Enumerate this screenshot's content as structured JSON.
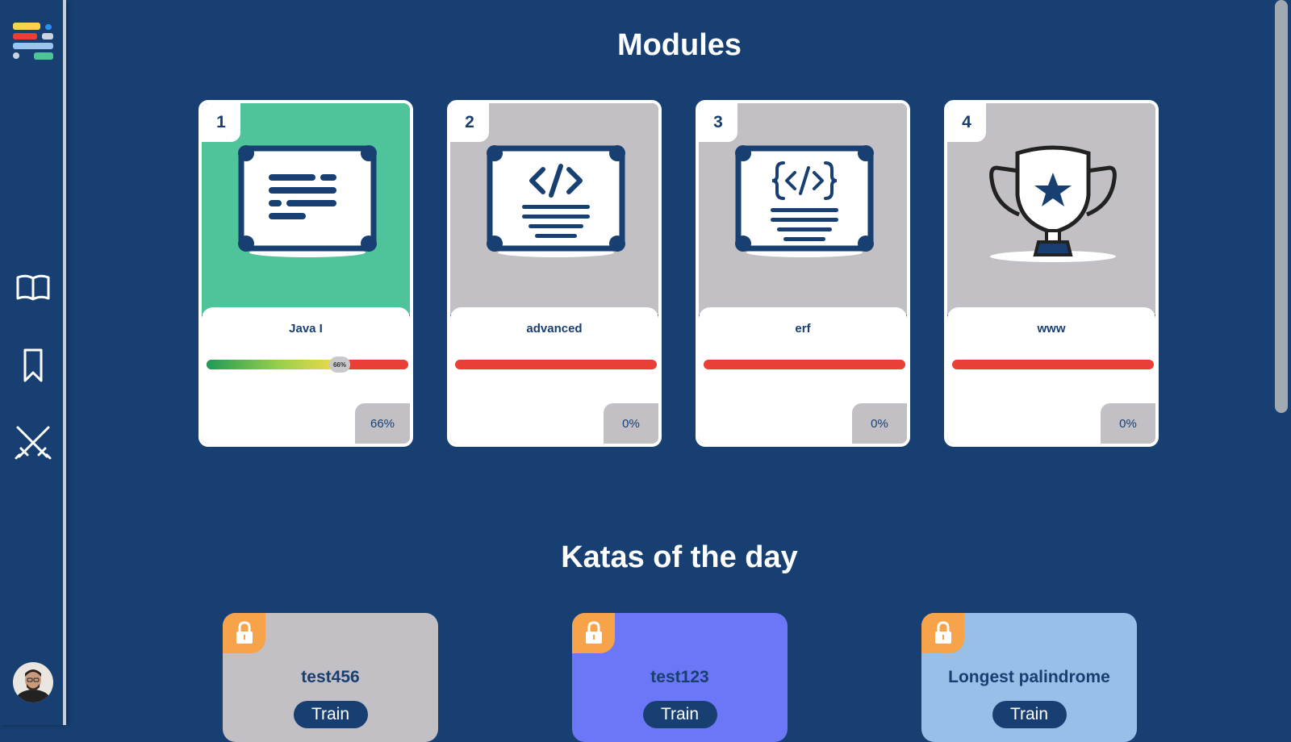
{
  "colors": {
    "background": "#183f72",
    "module_active": "#4fc49a",
    "module_inactive": "#c2c0c4",
    "progress_red": "#ea3f36",
    "lock_badge": "#f7a34a"
  },
  "sidebar": {
    "logo_icon": "app-logo-icon",
    "items": [
      {
        "name": "modules",
        "icon": "book-open-icon"
      },
      {
        "name": "bookmarks",
        "icon": "bookmark-icon"
      },
      {
        "name": "katas",
        "icon": "crossed-swords-icon"
      }
    ],
    "avatar_icon": "user-avatar"
  },
  "modules_section": {
    "title": "Modules",
    "modules": [
      {
        "number": "1",
        "title": "Java I",
        "progress": 66,
        "progress_label": "66%",
        "knob_label": "66%",
        "color": "#4fc49a",
        "icon": "document-text-icon"
      },
      {
        "number": "2",
        "title": "advanced",
        "progress": 0,
        "progress_label": "0%",
        "color": "#c2c0c4",
        "icon": "code-tag-icon"
      },
      {
        "number": "3",
        "title": "erf",
        "progress": 0,
        "progress_label": "0%",
        "color": "#c2c0c4",
        "icon": "code-braces-icon"
      },
      {
        "number": "4",
        "title": "www",
        "progress": 0,
        "progress_label": "0%",
        "color": "#c2c0c4",
        "icon": "trophy-icon"
      }
    ]
  },
  "katas_section": {
    "title": "Katas of the day",
    "katas": [
      {
        "title": "test456",
        "button": "Train",
        "color": "#c2c0c4",
        "icon": "lock-icon"
      },
      {
        "title": "test123",
        "button": "Train",
        "color": "#6b77f6",
        "icon": "lock-icon"
      },
      {
        "title": "Longest palindrome",
        "button": "Train",
        "color": "#97bfe8",
        "icon": "lock-icon"
      }
    ]
  }
}
